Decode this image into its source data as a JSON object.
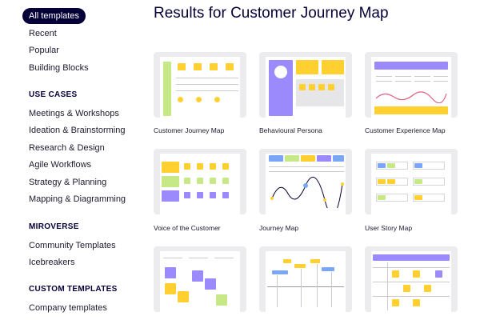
{
  "sidebar": {
    "all_templates": "All templates",
    "recent": "Recent",
    "popular": "Popular",
    "building_blocks": "Building Blocks",
    "use_cases_heading": "USE CASES",
    "use_cases": [
      "Meetings & Workshops",
      "Ideation & Brainstorming",
      "Research & Design",
      "Agile Workflows",
      "Strategy & Planning",
      "Mapping & Diagramming"
    ],
    "miroverse_heading": "MIROVERSE",
    "miroverse": [
      "Community Templates",
      "Icebreakers"
    ],
    "custom_heading": "CUSTOM TEMPLATES",
    "custom": [
      "Company templates"
    ]
  },
  "main": {
    "title": "Results for Customer Journey Map",
    "cards": [
      {
        "label": "Customer Journey Map"
      },
      {
        "label": "Behavioural Persona"
      },
      {
        "label": "Customer Experience Map"
      },
      {
        "label": "Voice of the Customer"
      },
      {
        "label": "Journey Map"
      },
      {
        "label": "User Story Map"
      },
      {
        "label": ""
      },
      {
        "label": ""
      },
      {
        "label": ""
      }
    ]
  },
  "colors": {
    "yellow": "#ffd02f",
    "purple": "#9b8afb",
    "green": "#c6e887",
    "blue": "#7aa7f5",
    "nav_active": "#050038"
  }
}
